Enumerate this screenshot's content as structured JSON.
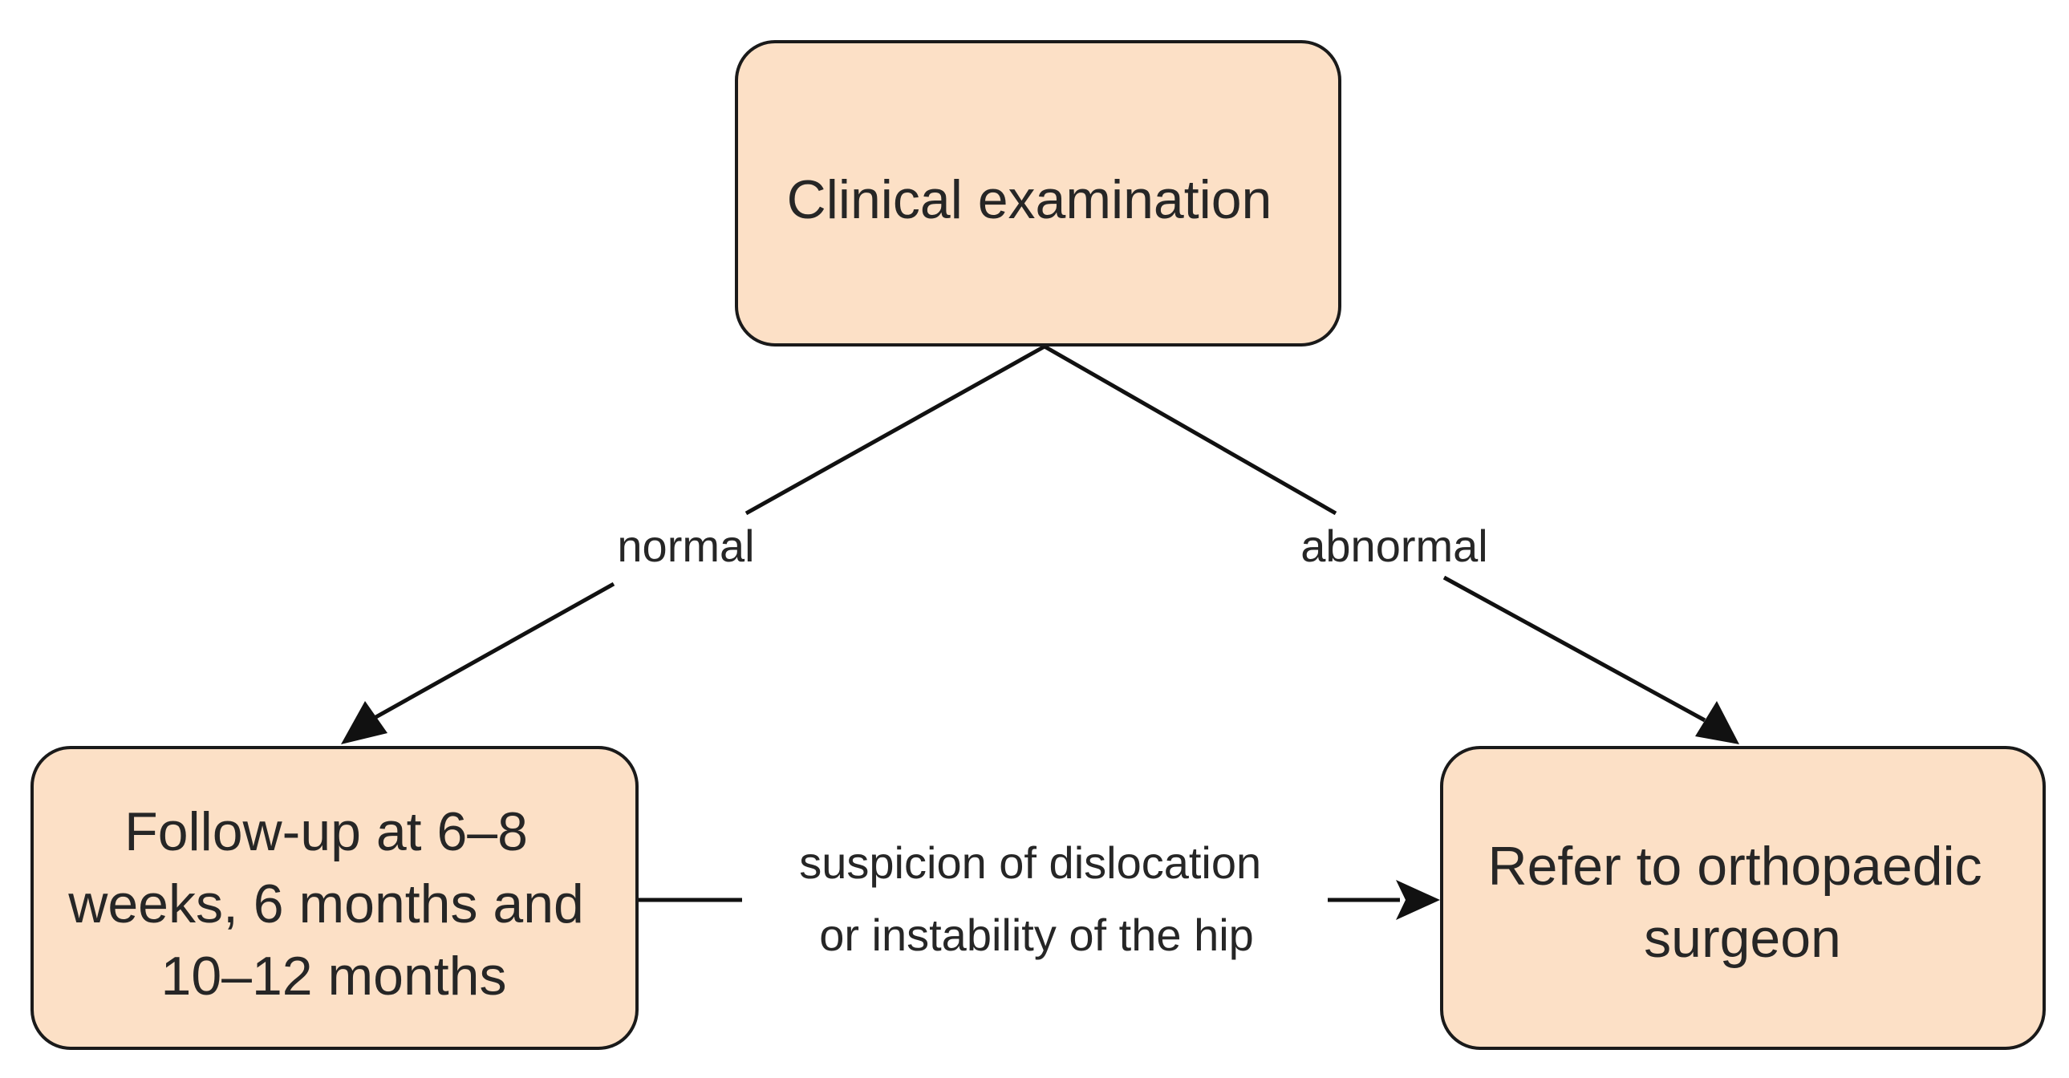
{
  "colors": {
    "node_fill": "#fce0c6",
    "node_stroke": "#1a1a1a",
    "edge": "#111111",
    "text": "#262626",
    "background": "#ffffff"
  },
  "nodes": {
    "clinical": {
      "lines": [
        "Clinical examination"
      ]
    },
    "followup": {
      "lines": [
        "Follow-up at 6–8",
        "weeks, 6 months and",
        "10–12 months"
      ]
    },
    "refer": {
      "lines": [
        "Refer to orthopaedic",
        "surgeon"
      ]
    }
  },
  "edges": {
    "normal": {
      "from": "clinical",
      "to": "followup",
      "lines": [
        "normal"
      ]
    },
    "abnormal": {
      "from": "clinical",
      "to": "refer",
      "lines": [
        "abnormal"
      ]
    },
    "suspicion": {
      "from": "followup",
      "to": "refer",
      "lines": [
        "suspicion of dislocation",
        "or instability of the hip"
      ]
    }
  }
}
